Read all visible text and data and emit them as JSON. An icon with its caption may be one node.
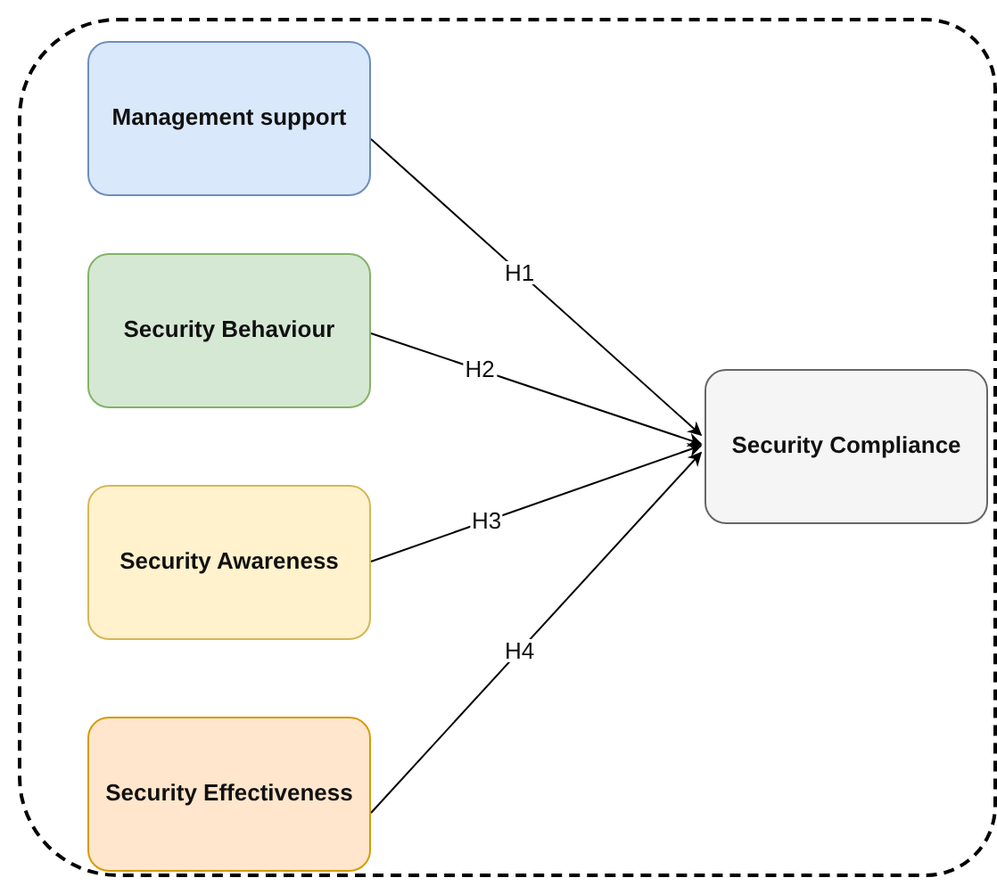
{
  "diagram": {
    "nodes": [
      {
        "text": [],
        "shape": "box"
      },
      {
        "text": [
          "Management support"
        ],
        "in": 0
      },
      {
        "text": [
          "Security Behaviour"
        ],
        "in": 0
      },
      {
        "text": [
          "Security Awareness"
        ],
        "in": 0
      },
      {
        "text": [
          "Security Effectiveness"
        ],
        "in": 0
      },
      {
        "text": [
          "Security Compliance"
        ],
        "in": 0
      }
    ],
    "edges": [
      {
        "from": 1,
        "to": 5,
        "arrow": "to",
        "label": "H1"
      },
      {
        "from": 2,
        "to": 5,
        "arrow": "to",
        "label": "H2"
      },
      {
        "from": 3,
        "to": 5,
        "arrow": "to",
        "label": "H3"
      },
      {
        "from": 4,
        "to": 5,
        "arrow": "to",
        "label": "H4"
      }
    ]
  }
}
